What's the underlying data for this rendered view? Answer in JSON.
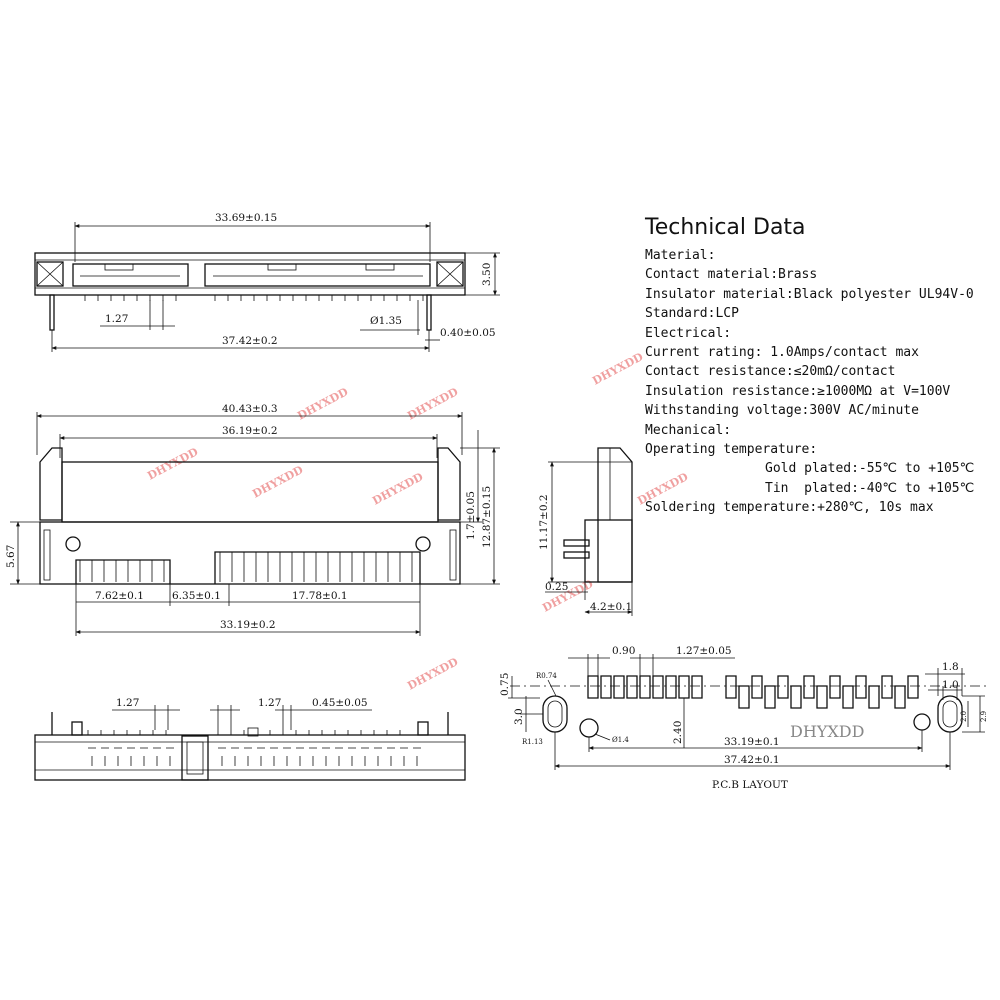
{
  "technical_data": {
    "title": "Technical Data",
    "lines": [
      {
        "text": "Material:"
      },
      {
        "text": "Contact material:Brass"
      },
      {
        "text": "Insulator material:Black polyester UL94V-0"
      },
      {
        "text": "Standard:LCP"
      },
      {
        "text": "Electrical:"
      },
      {
        "text": "Current rating: 1.0Amps/contact max"
      },
      {
        "text": "Contact resistance:≤20mΩ/contact"
      },
      {
        "text": "Insulation resistance:≥1000MΩ at V=100V"
      },
      {
        "text": "Withstanding voltage:300V AC/minute"
      },
      {
        "text": "Mechanical:"
      },
      {
        "text": "Operating temperature:"
      },
      {
        "text": "Gold plated:-55℃ to +105℃",
        "indent": true
      },
      {
        "text": "Tin  plated:-40℃ to +105℃",
        "indent": true
      },
      {
        "text": "Soldering temperature:+280℃, 10s max"
      }
    ]
  },
  "dimensions": {
    "top_view": {
      "width": "33.69±0.15",
      "height": "3.50",
      "pitch": "1.27",
      "hole": "Ø1.35",
      "pin": "0.40±0.05",
      "overall": "37.42±0.2"
    },
    "front_view": {
      "overall": "40.43±0.3",
      "body": "36.19±0.2",
      "height_left": "5.67",
      "gap": "1.7±0.05",
      "height_right": "12.87±0.15",
      "seg_a": "7.62±0.1",
      "seg_b": "6.35±0.1",
      "seg_c": "17.78±0.1",
      "span": "33.19±0.2"
    },
    "side_view": {
      "height": "11.17±0.2",
      "offset": "0.25",
      "depth": "4.2±0.1"
    },
    "bottom_view": {
      "pitch_left": "1.27",
      "pitch_mid": "1.27",
      "pin": "0.45±0.05"
    },
    "pcb": {
      "pad": "0.90",
      "pitch": "1.27±0.05",
      "dim_075": "0.75",
      "dim_30": "3.0",
      "radius": "R0.74",
      "slot": "R1.13",
      "hole": "Ø1.4",
      "depth": "2.40",
      "span": "33.19±0.1",
      "overall": "37.42±0.1",
      "r_18": "1.8",
      "r_10": "1.0",
      "r_20": "2.0",
      "r_29": "2.9",
      "brand": "DHYXDD",
      "caption": "P.C.B LAYOUT"
    }
  },
  "watermarks": [
    "DHYXDD",
    "DHYXDD",
    "DHYXDD",
    "DHYXDD",
    "DHYXDD",
    "DHYXDD",
    "DHYXDD",
    "DHYXDD",
    "DHYXDD"
  ]
}
